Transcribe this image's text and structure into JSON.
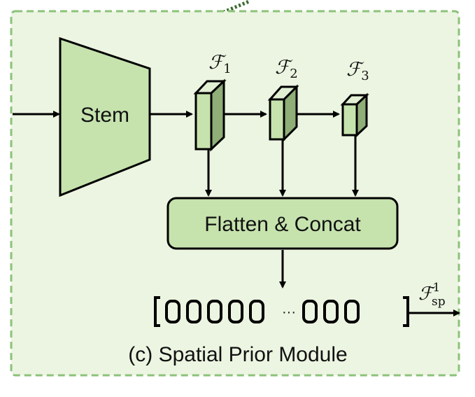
{
  "module": {
    "caption": "(c) Spatial Prior Module",
    "stem_label": "Stem",
    "flatten_label": "Flatten & Concat",
    "feature_maps": [
      {
        "symbol": "ℱ",
        "subscript": "1"
      },
      {
        "symbol": "ℱ",
        "subscript": "2"
      },
      {
        "symbol": "ℱ",
        "subscript": "3"
      }
    ],
    "output": {
      "symbol": "ℱ",
      "subscript": "sp",
      "superscript": "1"
    },
    "token_ellipsis": "···"
  },
  "colors": {
    "panel_fill": "#ecf5e1",
    "panel_border": "#8cc27a",
    "block_fill": "#c6e3ae",
    "cube_front": "#c6e3ae",
    "cube_side": "#8fae78",
    "cube_top": "#e1f0d3",
    "stroke": "#000000"
  }
}
